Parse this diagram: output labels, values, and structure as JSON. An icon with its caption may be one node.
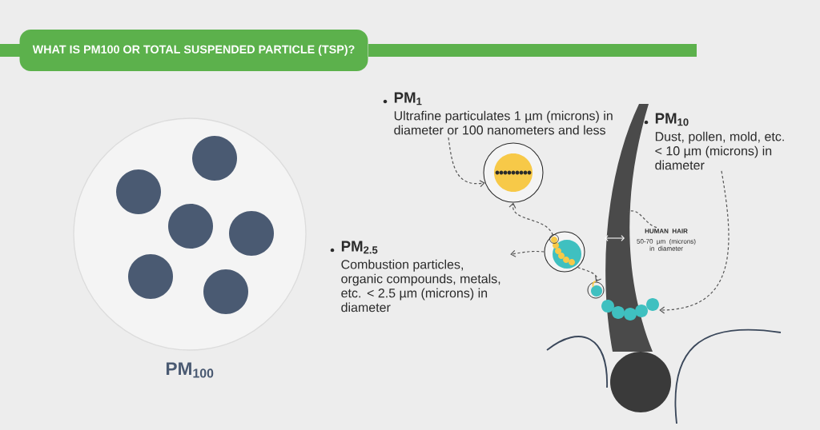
{
  "diagram": {
    "title": "WHAT IS PM100 OR TOTAL SUSPENDED PARTICLE (TSP)?",
    "nodes": [
      {
        "text": [
          "PM$_{1}$",
          "Ultrafine particulates 1 µm (microns) in diameter or 100 nanometers and less"
        ]
      },
      {
        "text": [],
        "shape": "circle"
      },
      {
        "text": [
          "PM$_{2.5}$",
          "Combustion particles, organic compounds, metals, etc. < 2.5 µm (microns) in diameter"
        ]
      },
      {
        "text": [],
        "shape": "circle"
      },
      {
        "text": [],
        "shape": "circle"
      },
      {
        "text": [
          "PM$_{10}$",
          "Dust, pollen, mold, etc. < 10 µm (microns) in diameter"
        ]
      },
      {
        "text": [],
        "shape": "picture"
      },
      {
        "text": [
          "PM$_{100}$"
        ]
      },
      {
        "text": [
          "HUMAN HAIR",
          "50-70 µm (microns) in diameter"
        ]
      },
      {
        "text": [],
        "shape": "picture"
      }
    ],
    "edges": [
      {
        "from": 0,
        "to": 1,
        "arrow": "to",
        "style": "dashed"
      },
      {
        "from": 3,
        "to": 1,
        "arrow": "to",
        "style": "dashed"
      },
      {
        "from": 3,
        "to": 2,
        "arrow": "to",
        "style": "dashed"
      },
      {
        "from": 3,
        "to": 4,
        "arrow": "to",
        "style": "dashed"
      },
      {
        "from": 5,
        "to": 6,
        "arrow": "to",
        "style": "dashed"
      },
      {
        "from": 8,
        "to": 9,
        "arrow": "none",
        "style": "dashed"
      }
    ]
  }
}
